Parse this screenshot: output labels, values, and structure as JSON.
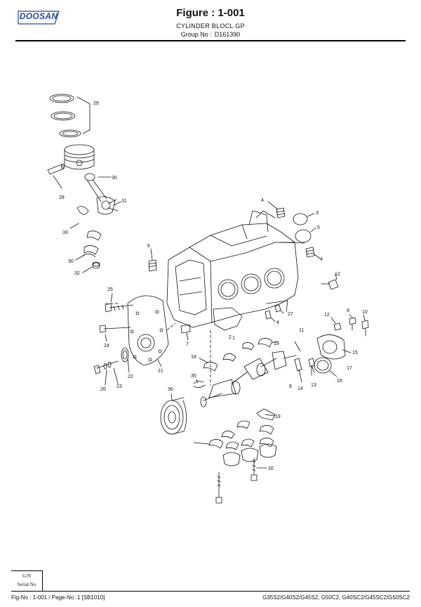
{
  "header": {
    "brand": "DOOSAN",
    "figure_title": "Figure : 1-001",
    "group_title": "CYLINDER BLOCL GP",
    "group_no_label": "Group No :",
    "group_no": "D161390"
  },
  "parts": [
    "1",
    "2",
    "3",
    "4",
    "4",
    "4",
    "5",
    "6",
    "7",
    "8",
    "9",
    "10",
    "11",
    "12",
    "12",
    "13",
    "14",
    "15",
    "16",
    "17",
    "18",
    "19",
    "19",
    "20",
    "21",
    "22",
    "23",
    "24",
    "25",
    "26",
    "27",
    "28",
    "29",
    "30",
    "30",
    "31",
    "32",
    "33",
    "35",
    "36"
  ],
  "footer": {
    "gn_label": "G/N",
    "serial_label": "Serial No",
    "page_ref": "Fig-No : 1-001 / Page-No :1 [SB1010]",
    "models": "G35S2/G40S2/G45S2, G50C2, G40SC2/G45SC2/G50SC2"
  },
  "colors": {
    "brand": "#1e4aa0",
    "line": "#111111"
  }
}
